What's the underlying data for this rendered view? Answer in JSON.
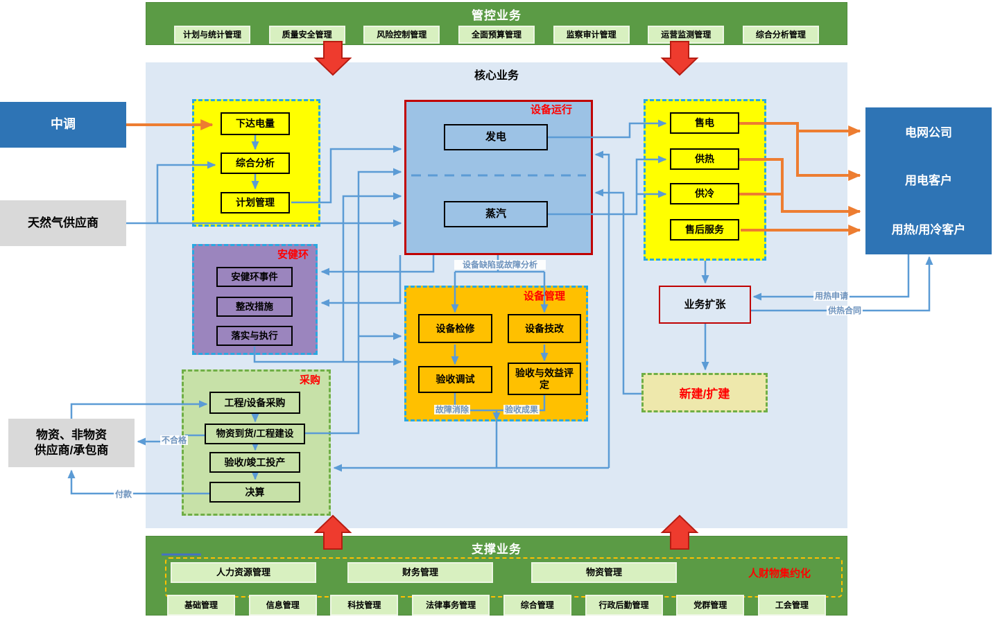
{
  "top_bar": {
    "title": "管控业务",
    "items": [
      "计划与统计管理",
      "质量安全管理",
      "风险控制管理",
      "全面预算管理",
      "监察审计管理",
      "运营监测管理",
      "综合分析管理"
    ]
  },
  "core": {
    "title": "核心业务",
    "zhongdiao": "中调",
    "gas_supplier": "天然气供应商",
    "materials_line1": "物资、非物资",
    "materials_line2": "供应商/承包商",
    "grid_company": "电网公司",
    "electric_customer": "用电客户",
    "heat_cool_customer": "用热/用冷客户",
    "plan": {
      "items": [
        "下达电量",
        "综合分析",
        "计划管理"
      ]
    },
    "operation": {
      "title": "设备运行",
      "power": "发电",
      "steam": "蒸汽"
    },
    "sales": {
      "items": [
        "售电",
        "供热",
        "供冷",
        "售后服务"
      ]
    },
    "hse": {
      "title": "安健环",
      "items": [
        "安健环事件",
        "整改措施",
        "落实与执行"
      ]
    },
    "equipment": {
      "title": "设备管理",
      "items": [
        "设备检修",
        "设备技改",
        "验收调试",
        "验收与效益评定"
      ]
    },
    "procurement": {
      "title": "采购",
      "items": [
        "工程/设备采购",
        "物资到货/工程建设",
        "验收/竣工投产",
        "决算"
      ]
    },
    "expansion": "业务扩张",
    "new_build": "新建/扩建",
    "flow_labels": {
      "defect_analysis": "设备缺陷或故障分析",
      "fault_removal": "故障消除",
      "acceptance_result": "验收成果",
      "heat_apply": "用热申请",
      "heat_contract": "供热合同",
      "unqualified": "不合格",
      "payment": "付款"
    }
  },
  "bottom_bar": {
    "title": "支撑业务",
    "row1": [
      "人力资源管理",
      "财务管理",
      "物资管理"
    ],
    "intensive_label": "人财物集约化",
    "row2": [
      "基础管理",
      "信息管理",
      "科技管理",
      "法律事务管理",
      "综合管理",
      "行政后勤管理",
      "党群管理",
      "工会管理"
    ]
  },
  "colors": {
    "bar_green": "#5B9B45",
    "item_green": "#D8F0C0",
    "core_bg": "#DDE8F4",
    "yellow": "#FFFF00",
    "cyan_dash": "#29A8E1",
    "operation_fill": "#9CC2E5",
    "operation_border": "#C00000",
    "purple": "#9B85BE",
    "orange_fill": "#FFC000",
    "proc_green": "#C7E1A8",
    "proc_border": "#6FAE46",
    "deep_blue": "#2E74B5",
    "gray": "#D9D9D9",
    "khaki": "#EEE8AC",
    "line_blue": "#5B9BD5",
    "line_orange": "#ED7D31",
    "red_arrow": "#EE3B2E",
    "red_text": "#FF0000"
  }
}
